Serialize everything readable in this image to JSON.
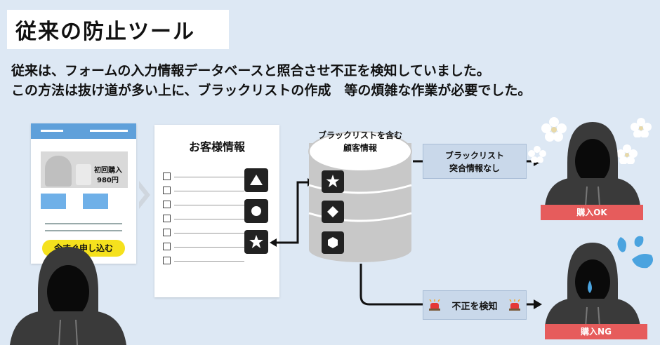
{
  "title": "従来の防止ツール",
  "description": [
    "従来は、フォームの入力情報データベースと照合させ不正を検知していました。",
    "この方法は抜け道が多い上に、ブラックリストの作成　等の煩雑な作業が必要でした。"
  ],
  "form_mock": {
    "product_badge_line1": "初回購入",
    "product_badge_line2": "980円",
    "cta_button": "今すぐ申し込む"
  },
  "customer_info": {
    "title": "お客様情報",
    "shapes": [
      "triangle",
      "circle",
      "star"
    ]
  },
  "database": {
    "title_line1": "ブラックリストを含む",
    "title_line2": "顧客情報",
    "shapes": [
      "star",
      "diamond",
      "hexagon"
    ]
  },
  "result_ok": {
    "box_line1": "ブラックリスト",
    "box_line2": "突合情報なし",
    "badge": "購入OK"
  },
  "result_ng": {
    "box": "不正を検知",
    "badge": "購入NG"
  },
  "colors": {
    "background": "#dde8f4",
    "accent_blue": "#c9d8ea",
    "badge_red": "#e65c5c",
    "cta_yellow": "#f5e11d"
  }
}
